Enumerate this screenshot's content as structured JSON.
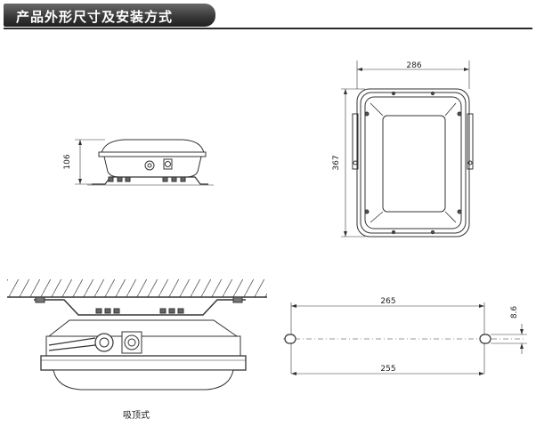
{
  "header": {
    "title": "产品外形尺寸及安装方式"
  },
  "dims": {
    "front_width": "286",
    "front_height": "367",
    "side_height": "106",
    "mount_outer": "265",
    "mount_inner": "255",
    "slot_width": "8.6"
  },
  "caption": "吸顶式"
}
